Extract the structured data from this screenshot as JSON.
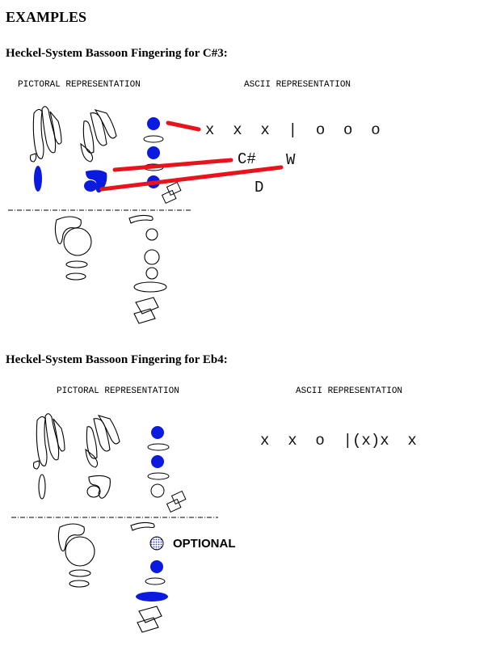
{
  "page": {
    "heading": "EXAMPLES"
  },
  "examples": [
    {
      "title": "Heckel-System Bassoon Fingering for C#3:",
      "pictoral_label": "PICTORAL REPRESENTATION",
      "ascii_label": "ASCII REPRESENTATION",
      "ascii_text": "x  x  x  |  o  o  o",
      "annotations": [
        "C#",
        "W",
        "D"
      ]
    },
    {
      "title": "Heckel-System Bassoon Fingering for Eb4:",
      "pictoral_label": "PICTORAL REPRESENTATION",
      "ascii_label": "ASCII REPRESENTATION",
      "ascii_text": "x  x  o  |(x)x  x",
      "annotations": [
        "OPTIONAL"
      ]
    }
  ],
  "colors": {
    "pressed": "#0a1adf",
    "highlight_line": "#e8141b",
    "outline": "#000000",
    "optional_fill": "#9fb0e8"
  }
}
